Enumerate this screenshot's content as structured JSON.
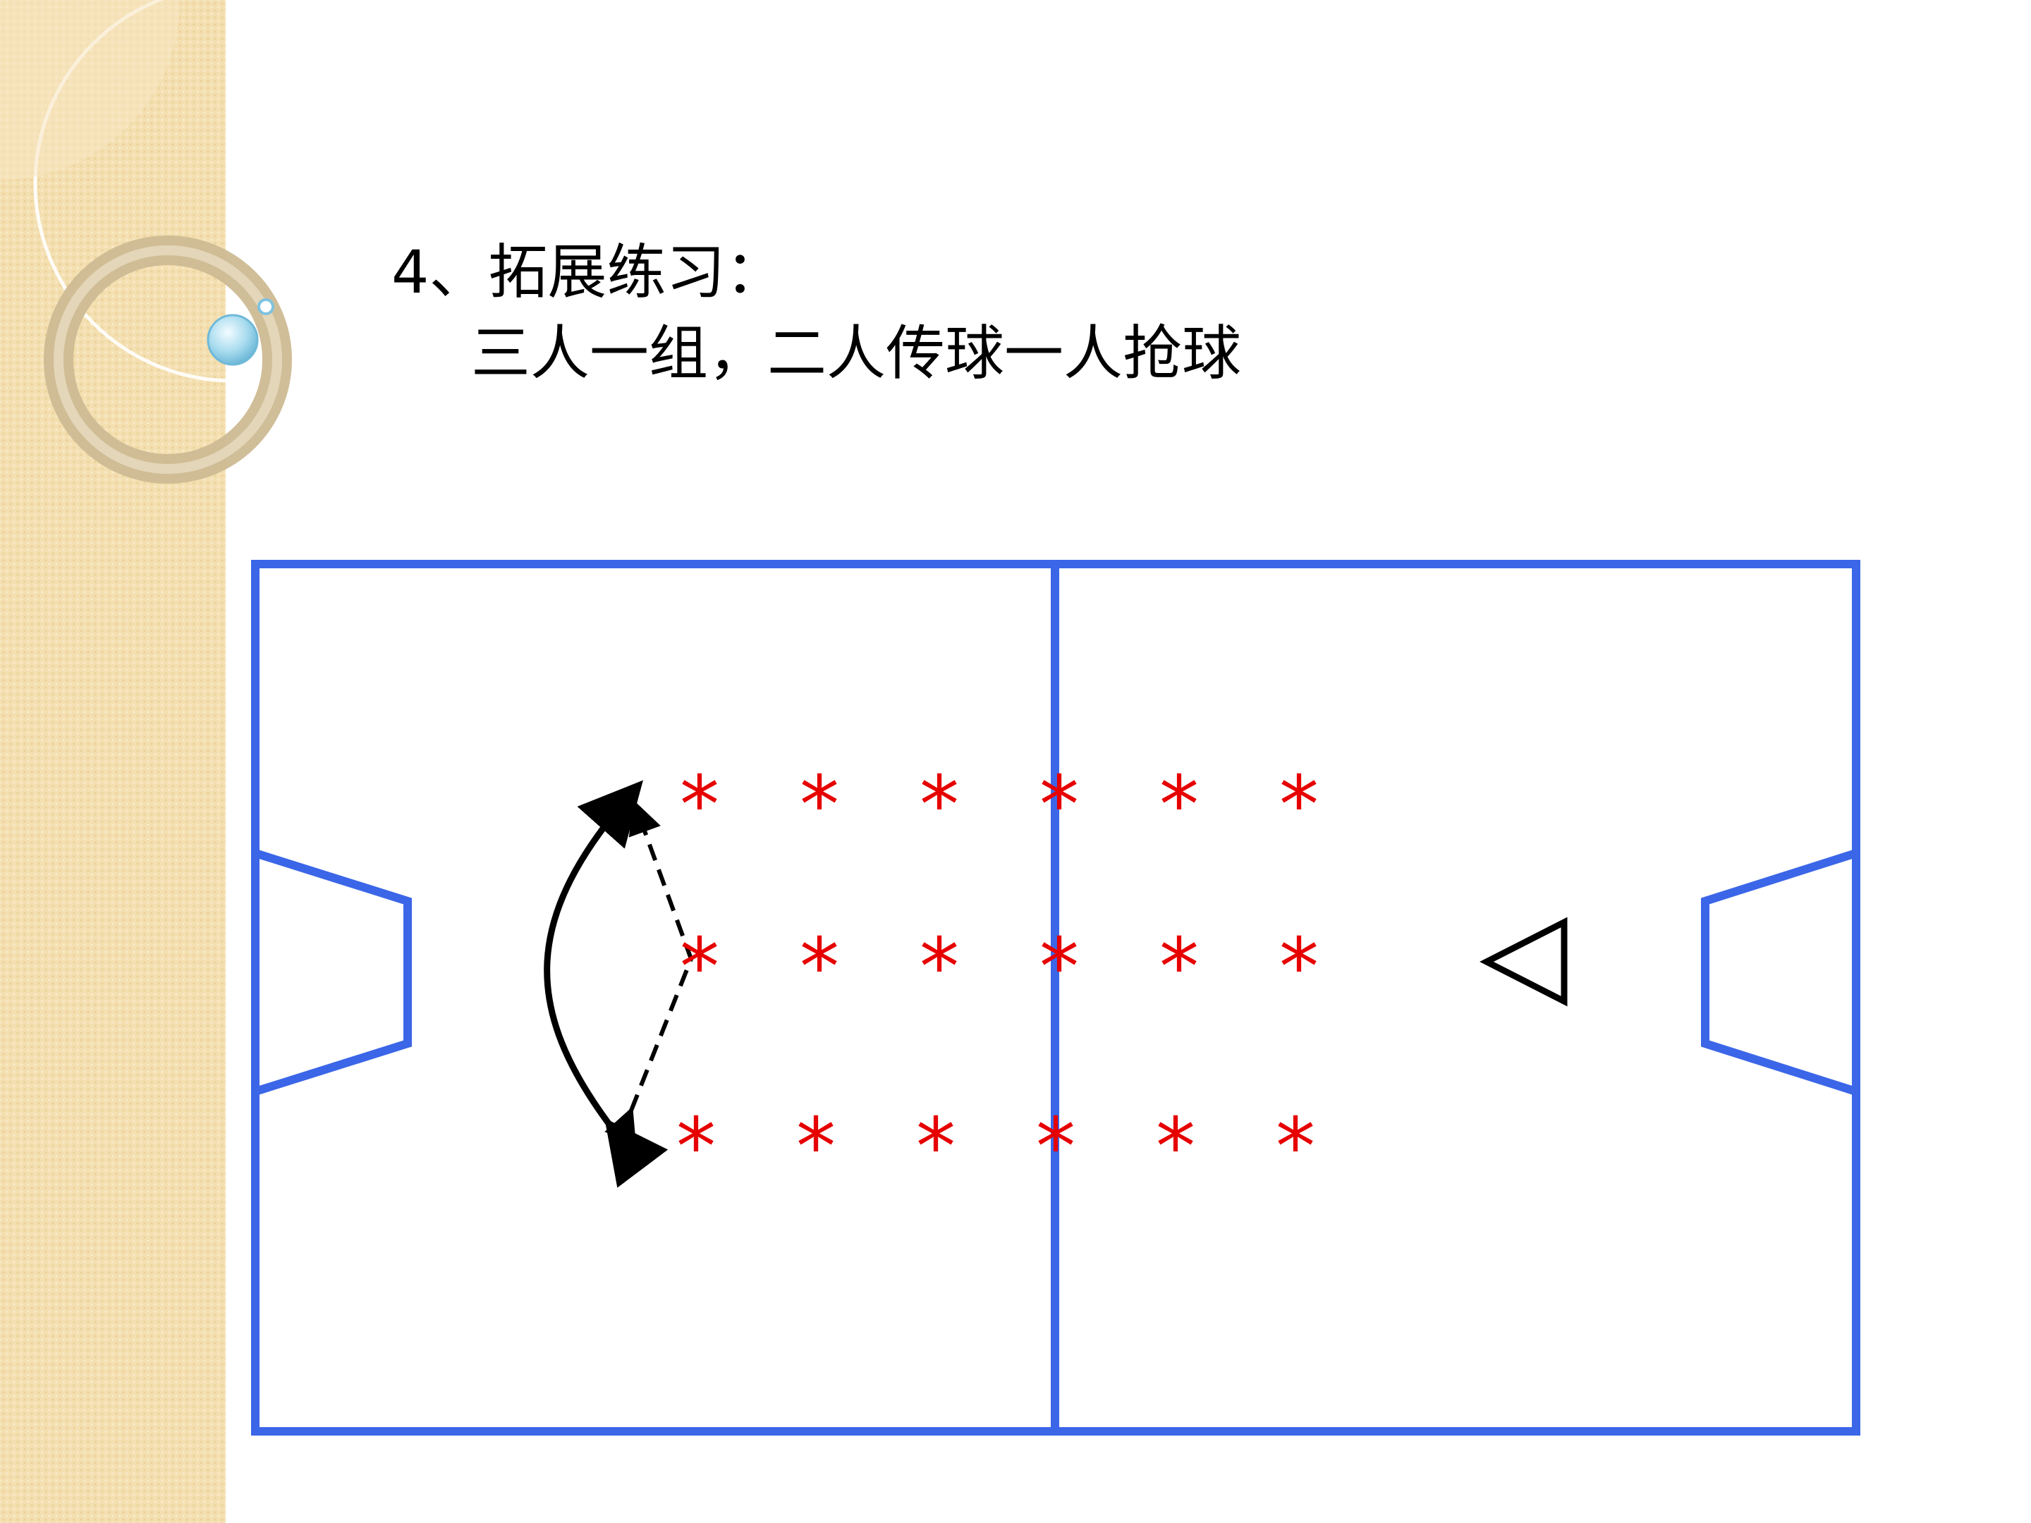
{
  "slide": {
    "heading": "4、拓展练习：",
    "subheading": "三人一组，二人传球一人抢球"
  },
  "diagram": {
    "marker_symbol": "*",
    "colors": {
      "field_lines": "#3b66e8",
      "players": "#e60000",
      "arrows": "#000000"
    },
    "player_grid": {
      "rows": 3,
      "columns": 6
    }
  }
}
